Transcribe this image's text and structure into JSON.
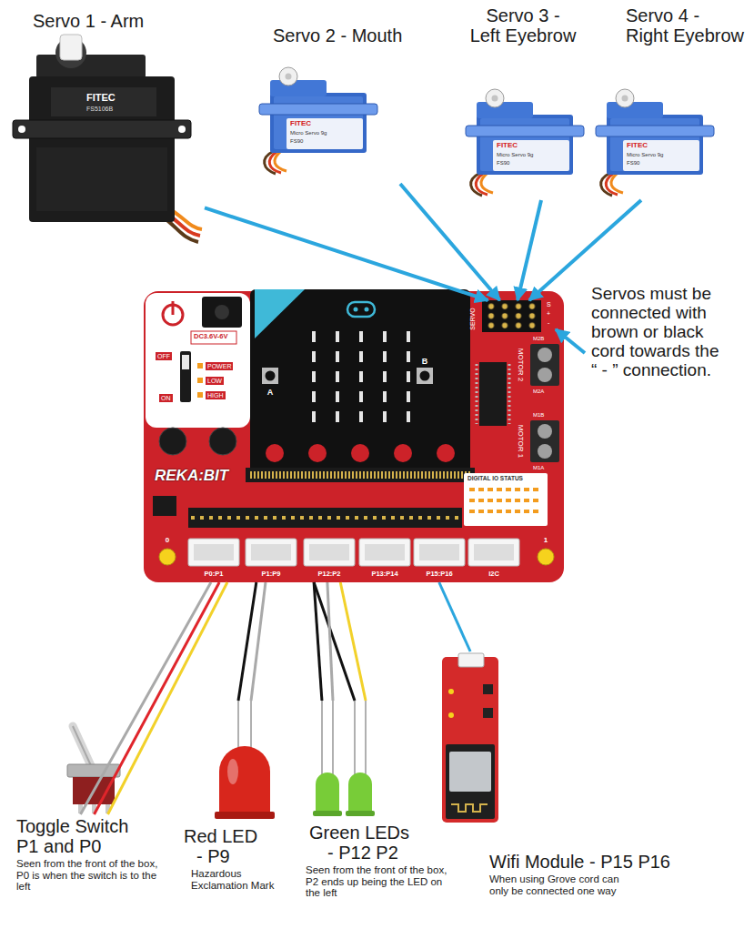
{
  "diagram": {
    "nodes": [
      {
        "text": [
          "Servo 1 - Arm"
        ]
      },
      {
        "text": [
          "Servo 2 - Mouth"
        ]
      },
      {
        "text": [
          "Servo 3 - Left Eyebrow"
        ]
      },
      {
        "text": [
          "Servo 4 - Right Eyebrow"
        ]
      },
      {
        "text": [
          "REKA:BIT"
        ]
      },
      {
        "text": [
          "SERVO"
        ],
        "in": 4
      },
      {
        "text": [
          "Toggle Switch P1 and P0",
          "Seen from the front of the box, P0 is when the switch is to the left"
        ]
      },
      {
        "text": [
          "Red LED - P9",
          "Hazardous Exclamation Mark"
        ]
      },
      {
        "text": [
          "Green LEDs - P12 P2",
          "Seen from the front of the box, P2 ends up being the LED on the left"
        ]
      },
      {
        "text": [
          "Wifi Module - P15 P16",
          "When using Grove cord can only be connected one way"
        ]
      }
    ],
    "edges": [
      {
        "from": 0,
        "to": 5,
        "arrow": "to"
      },
      {
        "from": 1,
        "to": 5,
        "arrow": "to"
      },
      {
        "from": 2,
        "to": 5,
        "arrow": "to"
      },
      {
        "from": 3,
        "to": 5,
        "arrow": "to"
      },
      {
        "from": 4,
        "to": 6,
        "arrow": "none"
      },
      {
        "from": 4,
        "to": 7,
        "arrow": "none"
      },
      {
        "from": 4,
        "to": 8,
        "arrow": "none"
      },
      {
        "from": 4,
        "to": 9,
        "arrow": "none"
      }
    ],
    "labels": [
      "FITEC",
      "FS5106B",
      "FITEC",
      "Micro Servo 9g",
      "FS90",
      "FITEC",
      "Micro Servo 9g",
      "FS90",
      "FITEC",
      "Micro Servo 9g",
      "FS90",
      "Servos must be connected with brown or black cord towards the “ - ” connection.",
      "DC3.6V-6V",
      "OFF",
      "ON",
      "POWER",
      "LOW",
      "HIGH",
      "A",
      "B",
      "MOTOR 2",
      "MOTOR 1",
      "M2B",
      "M2A",
      "M1B",
      "M1A",
      "DIGITAL IO STATUS",
      "P0:P1",
      "P1:P9",
      "P12:P2",
      "P13:P14",
      "P15:P16",
      "I2C",
      "S",
      "+",
      "-",
      "0",
      "1"
    ]
  }
}
